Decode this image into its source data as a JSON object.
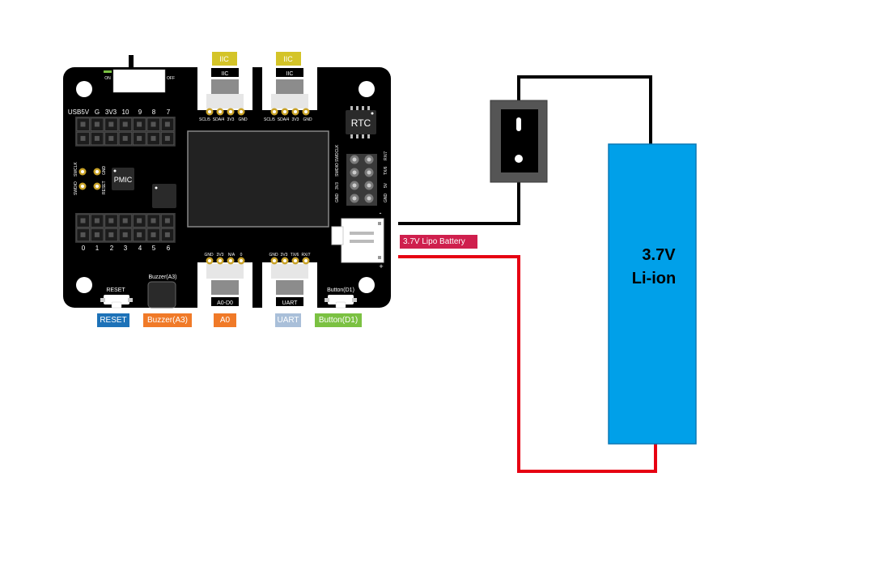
{
  "board": {
    "power_switch": {
      "on_label": "ON",
      "off_label": "OFF"
    },
    "top_header_labels": [
      "USB5V",
      "G",
      "3V3",
      "10",
      "9",
      "8",
      "7"
    ],
    "bottom_header_labels": [
      "0",
      "1",
      "2",
      "3",
      "4",
      "5",
      "6"
    ],
    "left_debug_labels": [
      "SWCLK",
      "SWDIO",
      "GND",
      "RESET"
    ],
    "pmic_label": "PMIC",
    "rtc_label": "RTC",
    "right_header_left_labels": [
      "SWDCLK",
      "SWDIO",
      "3V3",
      "GND"
    ],
    "right_header_right_labels": [
      "RX/7",
      "TX/6",
      "5V",
      "GND"
    ],
    "iic1": {
      "cap": "IIC",
      "name": "IIC",
      "pins": [
        "SCL/5",
        "SDA/4",
        "3V3",
        "GND"
      ]
    },
    "iic2": {
      "cap": "IIC",
      "name": "IIC",
      "pins": [
        "SCL/5",
        "SDA/4",
        "3V3",
        "GND"
      ]
    },
    "a0": {
      "name": "A0-D0",
      "pins": [
        "GND",
        "3V3",
        "N/A",
        "0"
      ]
    },
    "uart": {
      "name": "UART",
      "pins": [
        "GND",
        "3V3",
        "TX/6",
        "RX/7"
      ]
    },
    "reset_label": "RESET",
    "buzzer_label": "Buzzer(A3)",
    "button_label": "Button(D1)",
    "battery_port_minus": "-",
    "battery_port_plus": "+"
  },
  "tags": {
    "reset": "RESET",
    "buzzer": "Buzzer(A3)",
    "a0": "A0",
    "uart": "UART",
    "button": "Button(D1)",
    "lipo": "3.7V Lipo Battery"
  },
  "battery": {
    "line1": "3.7V",
    "line2": "Li-ion"
  },
  "colors": {
    "board": "#000000",
    "battery_fill": "#00a0e9",
    "wire_negative": "#000000",
    "wire_positive": "#e60012",
    "tag_reset": "#1d72b8",
    "tag_buzzer": "#f07a28",
    "tag_a0": "#f07a28",
    "tag_uart": "#a9bfd9",
    "tag_button": "#7bc142",
    "tag_lipo": "#cf1f4d",
    "iic_cap": "#d4c428",
    "gold": "#c9a227"
  }
}
